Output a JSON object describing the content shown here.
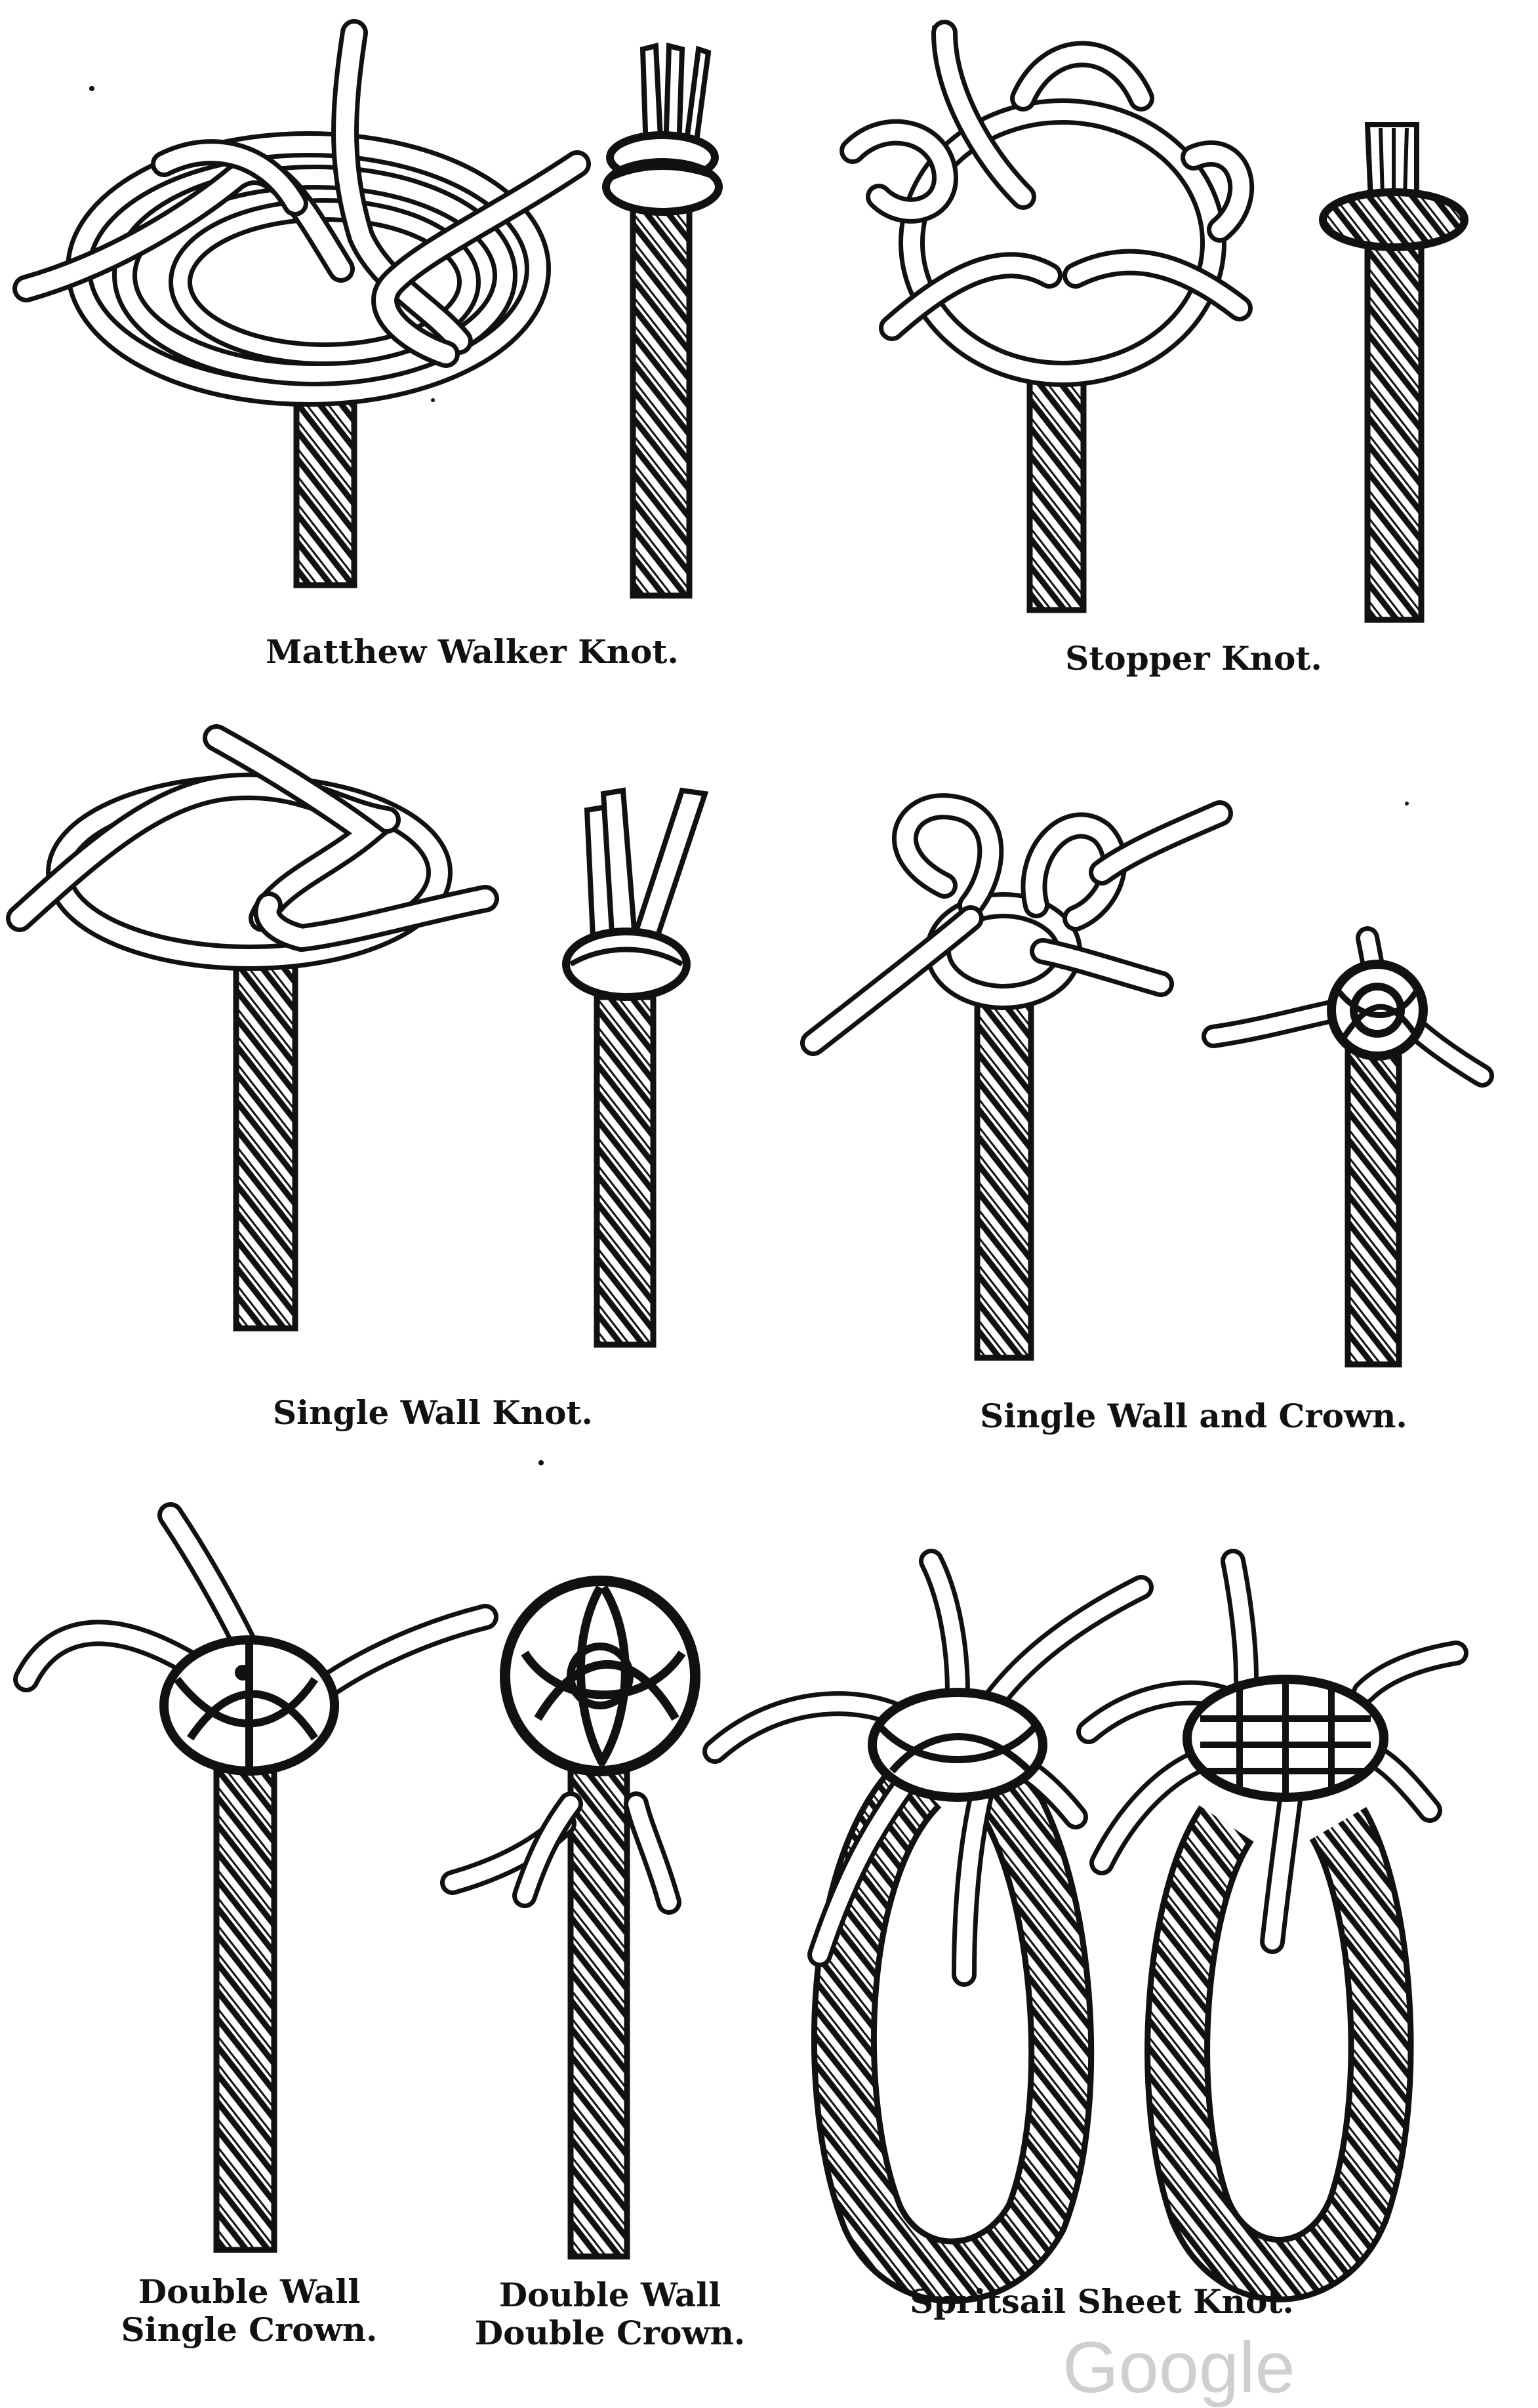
{
  "plate": {
    "knots": [
      {
        "id": "matthew-walker",
        "caption_lines": [
          "Matthew Walker Knot."
        ]
      },
      {
        "id": "stopper",
        "caption_lines": [
          "Stopper Knot."
        ]
      },
      {
        "id": "single-wall",
        "caption_lines": [
          "Single Wall Knot."
        ]
      },
      {
        "id": "single-wall-and-crown",
        "caption_lines": [
          "Single Wall and Crown."
        ]
      },
      {
        "id": "double-wall-single-crown",
        "caption_lines": [
          "Double Wall",
          "Single Crown."
        ]
      },
      {
        "id": "double-wall-double-crown",
        "caption_lines": [
          "Double Wall",
          "Double Crown."
        ]
      },
      {
        "id": "spritsail-sheet",
        "caption_lines": [
          "Spritsail Sheet Knot."
        ]
      }
    ]
  },
  "watermark": "Google",
  "colors": {
    "ink": "#111111",
    "paper": "#ffffff",
    "watermark": "#cfcfcf"
  }
}
